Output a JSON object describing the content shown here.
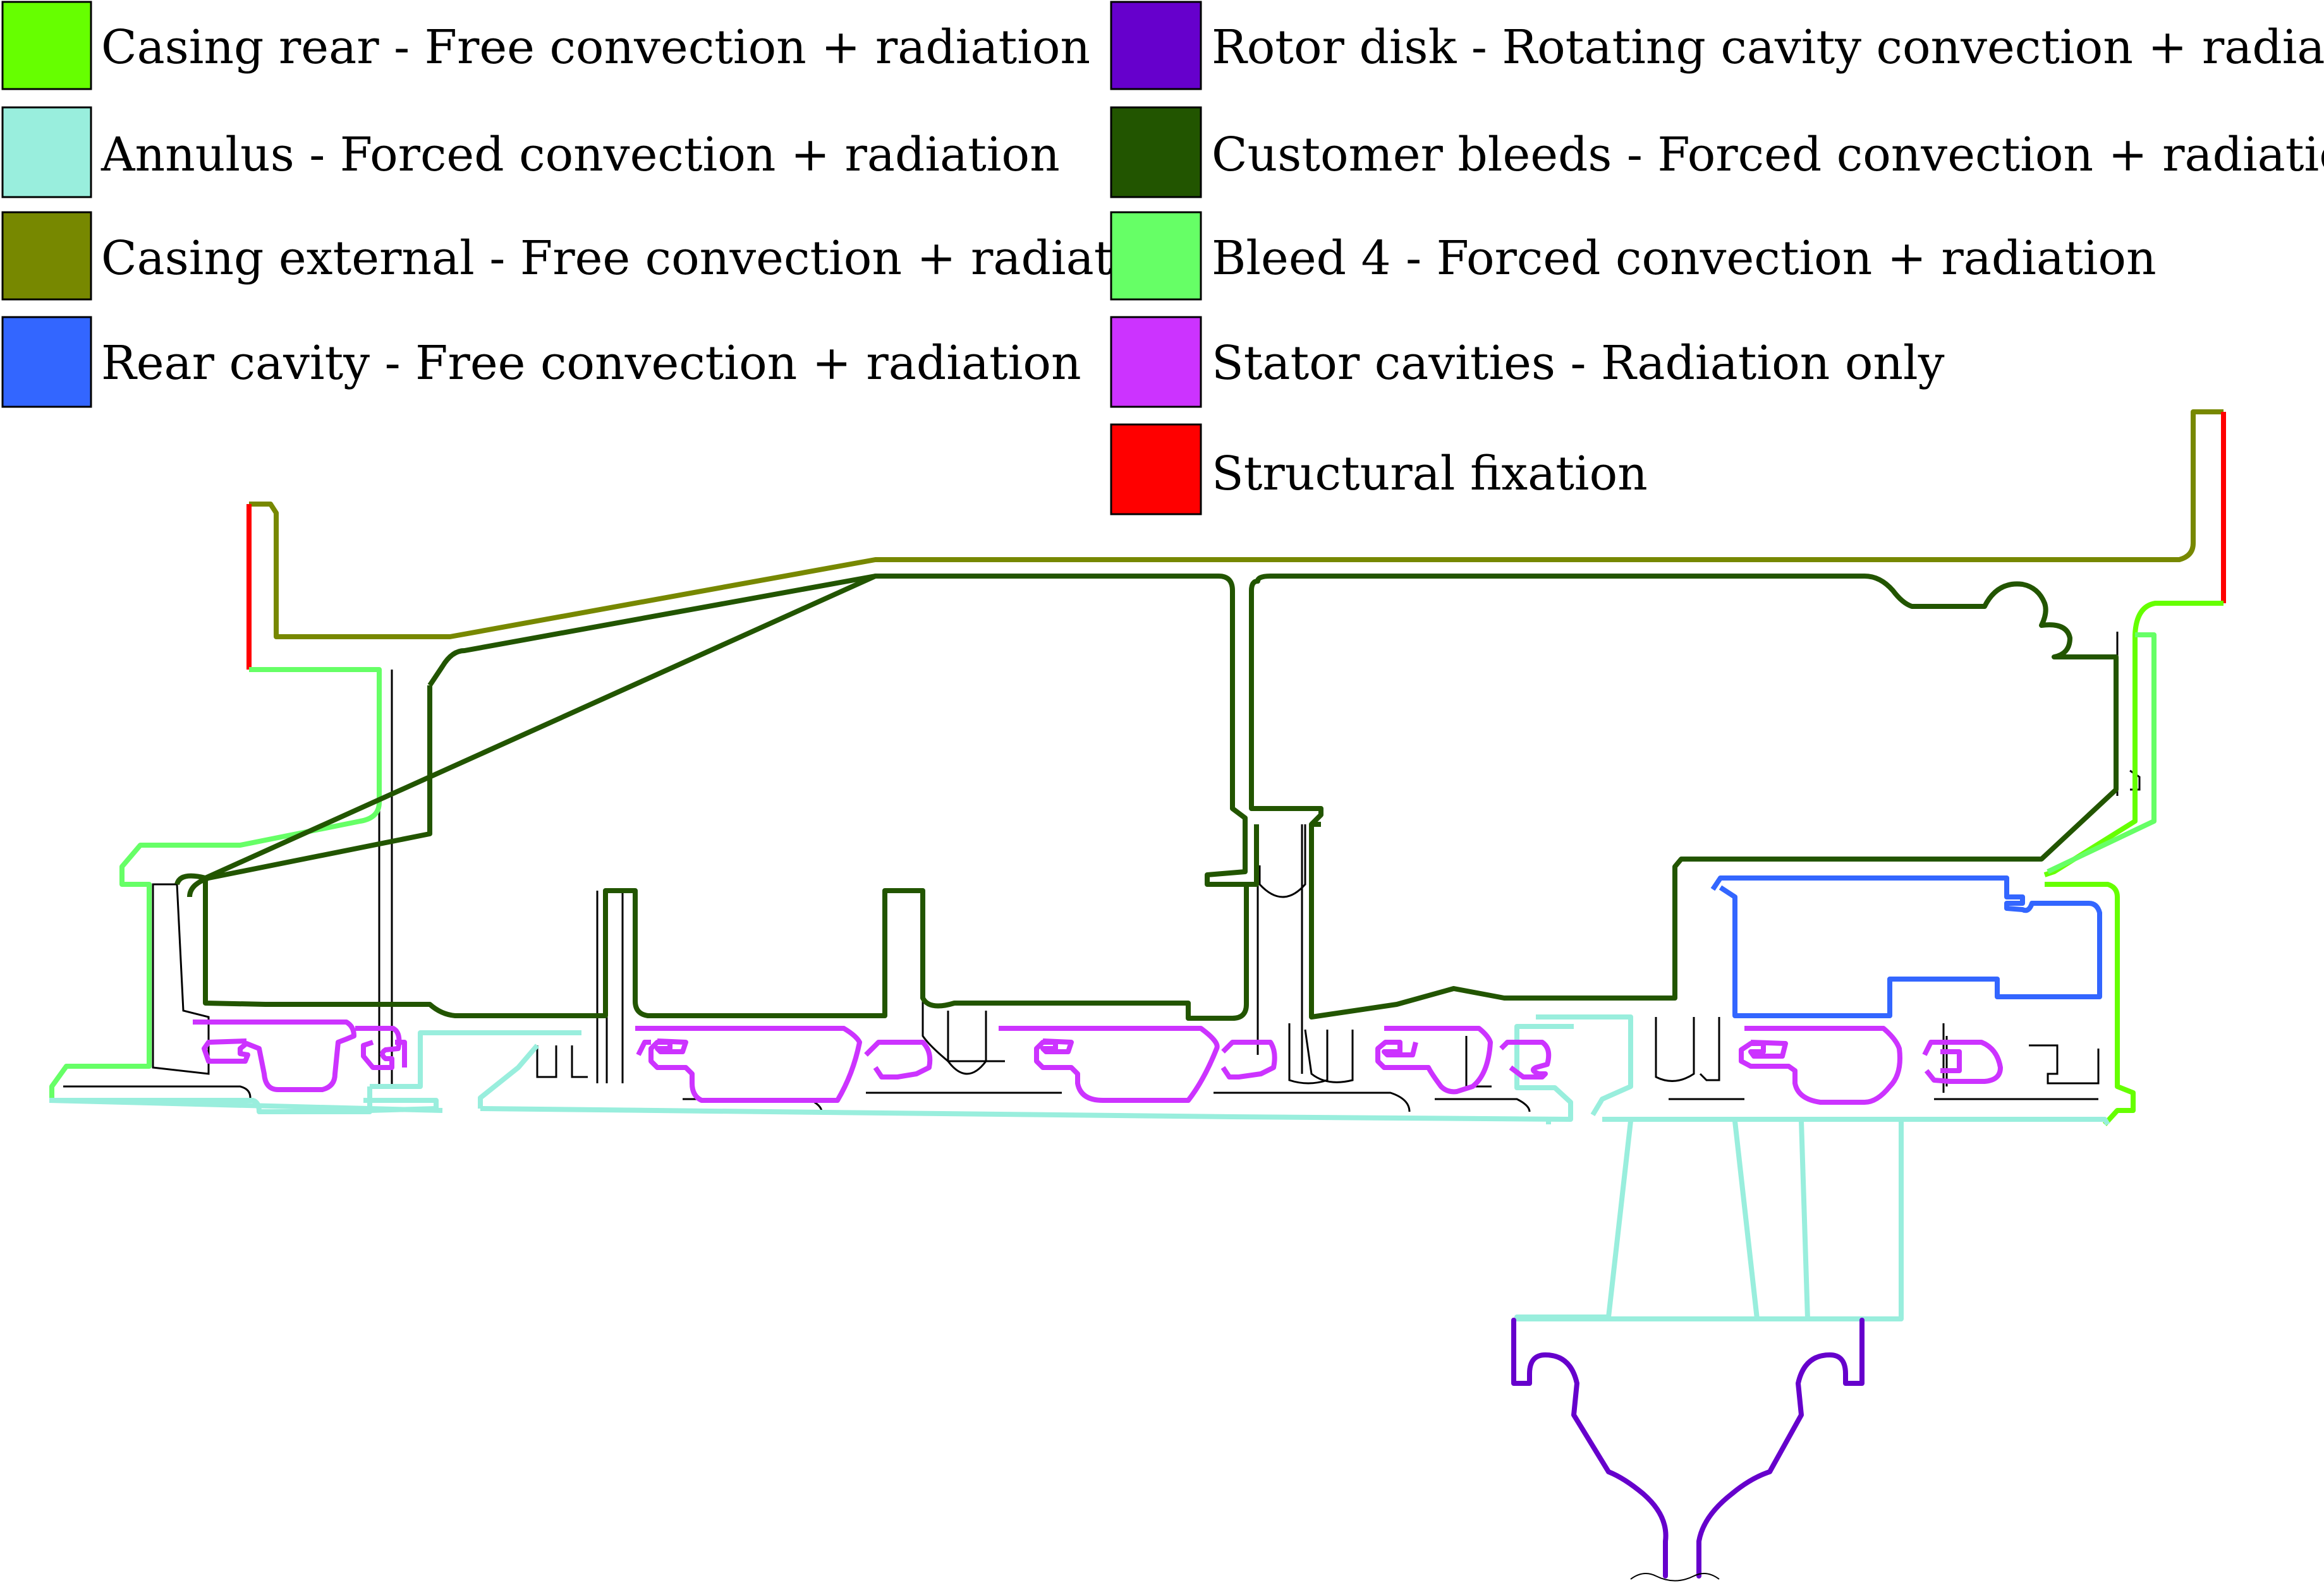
{
  "legend": {
    "items": [
      {
        "key": "casing-rear",
        "label": "Casing rear - Free convection + radiation",
        "color": "#66ff00"
      },
      {
        "key": "annulus",
        "label": "Annulus - Forced convection + radiation",
        "color": "#99eedd"
      },
      {
        "key": "casing-external",
        "label": "Casing external - Free convection + radiation",
        "color": "#778800"
      },
      {
        "key": "rear-cavity",
        "label": "Rear cavity - Free convection + radiation",
        "color": "#3366ff"
      },
      {
        "key": "rotor-disk",
        "label": "Rotor disk - Rotating cavity convection + radiation",
        "color": "#6600cc"
      },
      {
        "key": "customer-bleeds",
        "label": "Customer bleeds - Forced convection + radiation",
        "color": "#225500"
      },
      {
        "key": "bleed-4",
        "label": "Bleed 4 - Forced convection + radiation",
        "color": "#66ff66"
      },
      {
        "key": "stator-cavities",
        "label": "Stator cavities - Radiation only",
        "color": "#cc33ff"
      },
      {
        "key": "structural-fixation",
        "label": "Structural fixation",
        "color": "#ff0000"
      }
    ]
  },
  "colors": {
    "casing_rear": "#66ff00",
    "annulus": "#99eedd",
    "casing_external": "#778800",
    "rear_cavity": "#3366ff",
    "rotor_disk": "#6600cc",
    "customer_bleeds": "#225500",
    "bleed_4": "#66ff66",
    "stator_cavities": "#cc33ff",
    "structural_fixation": "#ff0000",
    "geometry": "#000000"
  }
}
